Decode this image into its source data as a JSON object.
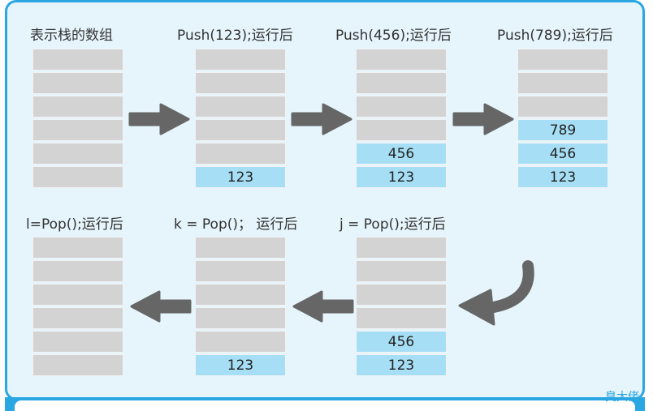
{
  "stages": [
    {
      "label": "表示栈的数组",
      "cells": [
        "",
        "",
        "",
        "",
        "",
        ""
      ]
    },
    {
      "label": "Push(123);运行后",
      "cells": [
        "",
        "",
        "",
        "",
        "",
        "123"
      ]
    },
    {
      "label": "Push(456);运行后",
      "cells": [
        "",
        "",
        "",
        "",
        "456",
        "123"
      ]
    },
    {
      "label": "Push(789);运行后",
      "cells": [
        "",
        "",
        "",
        "789",
        "456",
        "123"
      ]
    },
    {
      "label": "j = Pop();运行后",
      "cells": [
        "",
        "",
        "",
        "",
        "456",
        "123"
      ]
    },
    {
      "label": "k = Pop()； 运行后",
      "cells": [
        "",
        "",
        "",
        "",
        "",
        "123"
      ]
    },
    {
      "label": "l=Pop();运行后",
      "cells": [
        "",
        "",
        "",
        "",
        "",
        ""
      ]
    }
  ],
  "watermark": "臭大佬",
  "colors": {
    "frame": "#2aa6e2",
    "background": "#e6f5fc",
    "empty_cell": "#d3d3d3",
    "filled_cell": "#a6dff5",
    "arrow": "#666666"
  }
}
